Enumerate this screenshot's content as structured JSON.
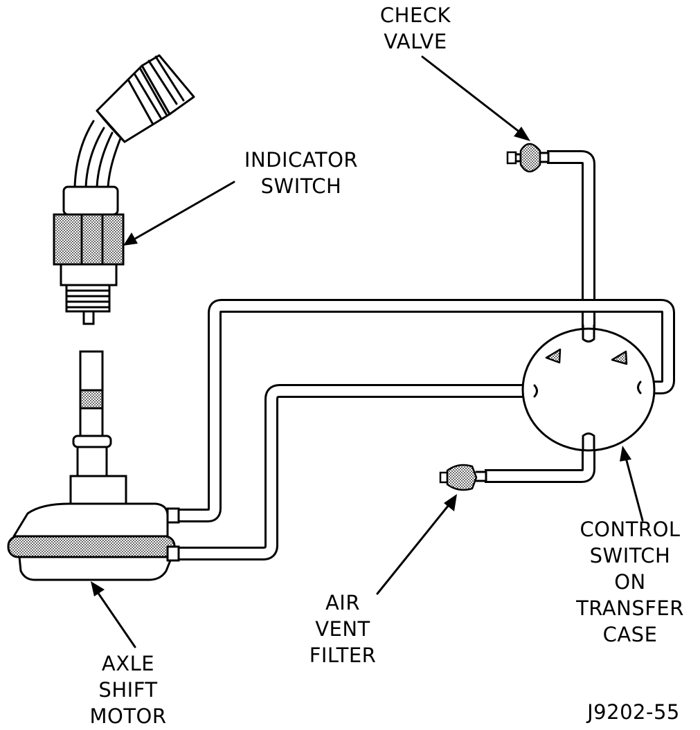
{
  "labels": {
    "check_valve": [
      "CHECK",
      "VALVE"
    ],
    "indicator_switch": [
      "INDICATOR",
      "SWITCH"
    ],
    "control_switch": [
      "CONTROL",
      "SWITCH",
      "ON",
      "TRANSFER",
      "CASE"
    ],
    "air_vent_filter": [
      "AIR",
      "VENT",
      "FILTER"
    ],
    "axle_shift_motor": [
      "AXLE",
      "SHIFT",
      "MOTOR"
    ]
  },
  "figure_id": "J9202-55"
}
